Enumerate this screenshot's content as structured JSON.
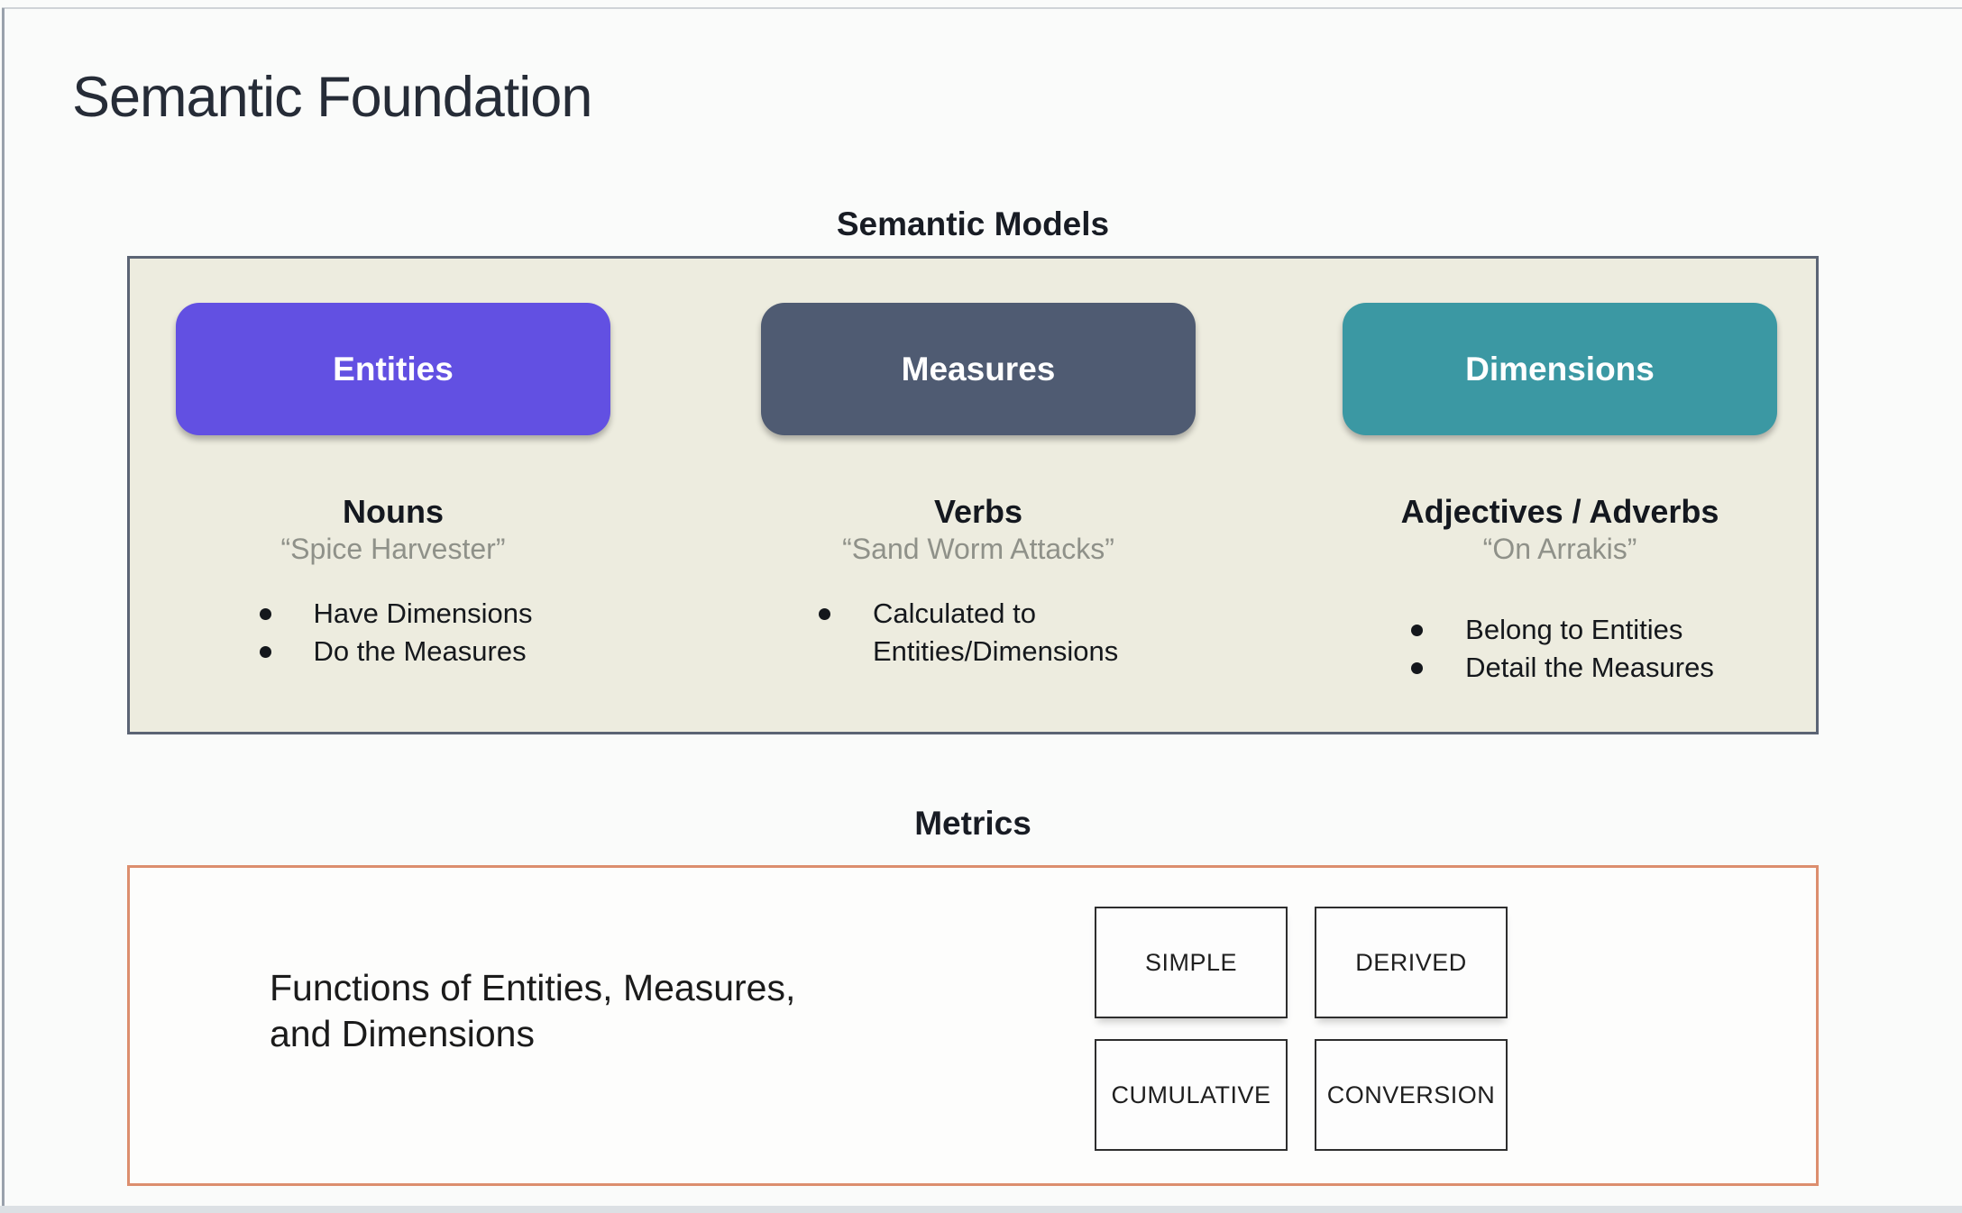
{
  "page": {
    "title": "Semantic Foundation"
  },
  "semantic_models": {
    "heading": "Semantic Models",
    "panel_background": "#edecdf",
    "panel_border_color": "#5b6474",
    "columns": [
      {
        "pill_label": "Entities",
        "pill_color": "#6250e2",
        "role": "Nouns",
        "example": "“Spice Harvester”",
        "bullets": [
          "Have Dimensions",
          "Do the Measures"
        ]
      },
      {
        "pill_label": "Measures",
        "pill_color": "#4f5b72",
        "role": "Verbs",
        "example": "“Sand Worm Attacks”",
        "bullets": [
          "Calculated to Entities/Dimensions"
        ]
      },
      {
        "pill_label": "Dimensions",
        "pill_color": "#3b98a3",
        "role": "Adjectives / Adverbs",
        "example": "“On Arrakis”",
        "bullets": [
          "Belong to Entities",
          "Detail the Measures"
        ]
      }
    ]
  },
  "metrics": {
    "heading": "Metrics",
    "panel_border_color": "#dc8e6e",
    "description": "Functions of Entities, Measures, and Dimensions",
    "types": [
      "SIMPLE",
      "DERIVED",
      "CUMULATIVE",
      "CONVERSION"
    ]
  }
}
